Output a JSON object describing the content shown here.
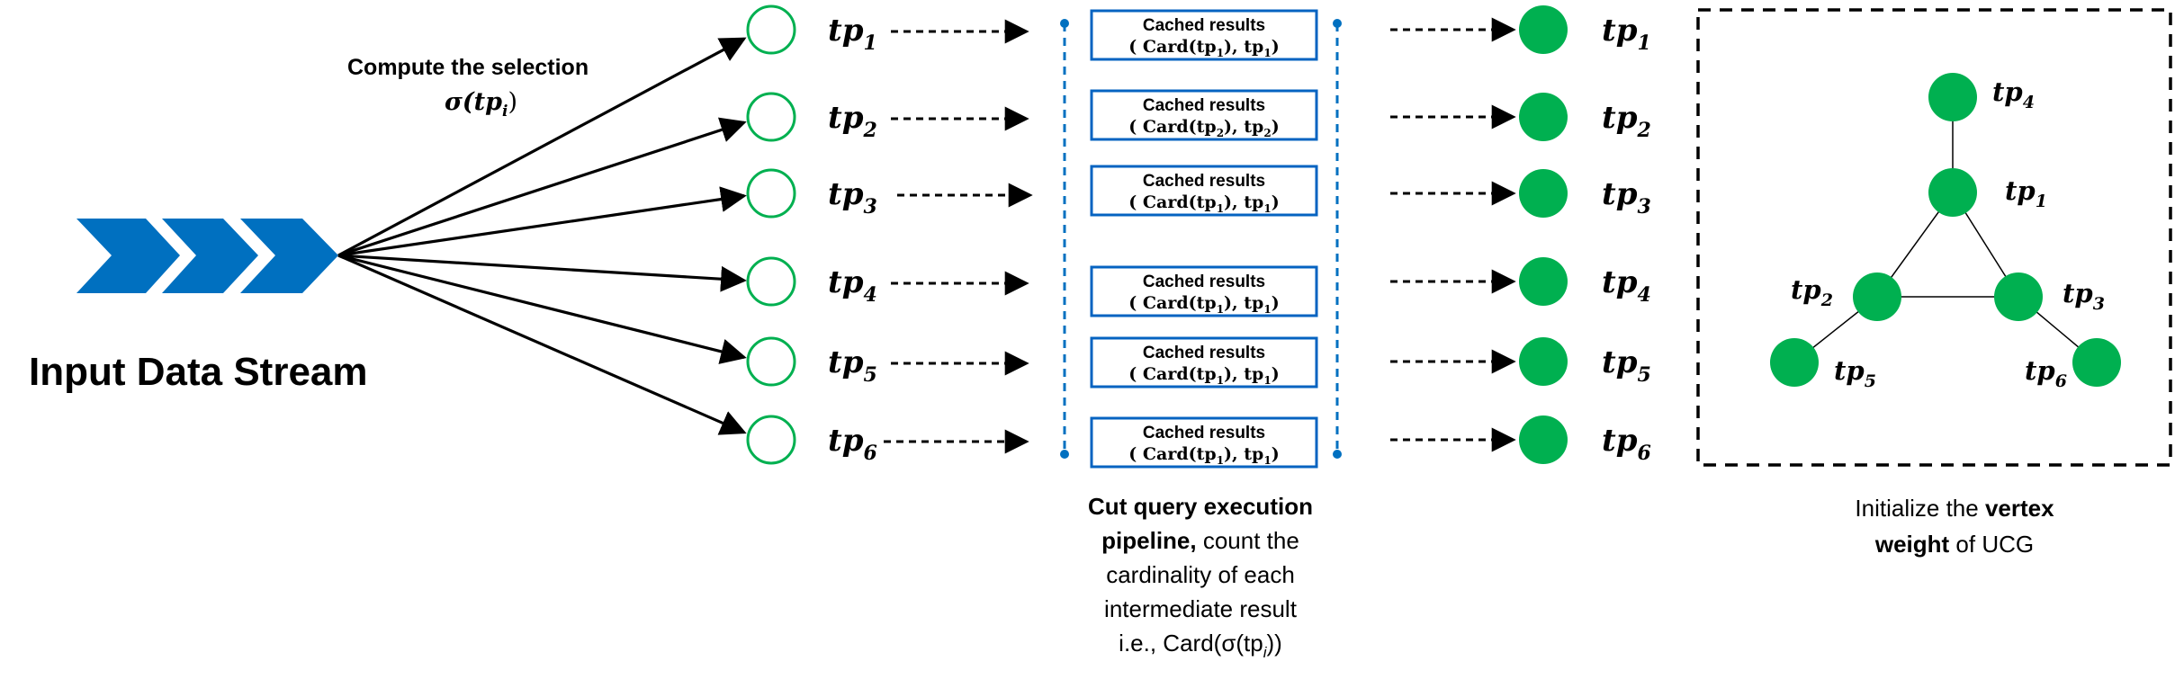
{
  "input": {
    "title": "Input Data Stream",
    "compute_label": "Compute the selection",
    "compute_formula": "σ(tp",
    "compute_sub": "i",
    "compute_close": ")"
  },
  "tp_labels": [
    {
      "base": "tp",
      "sub": "1"
    },
    {
      "base": "tp",
      "sub": "2"
    },
    {
      "base": "tp",
      "sub": "3"
    },
    {
      "base": "tp",
      "sub": "4"
    },
    {
      "base": "tp",
      "sub": "5"
    },
    {
      "base": "tp",
      "sub": "6"
    }
  ],
  "cache_boxes": [
    {
      "title": "Cached results",
      "line": "( Card(tp",
      "sub1": "1",
      "mid": "),  tp",
      "sub2": "1",
      "end": ")"
    },
    {
      "title": "Cached results",
      "line": "( Card(tp",
      "sub1": "2",
      "mid": "),  tp",
      "sub2": "2",
      "end": ")"
    },
    {
      "title": "Cached results",
      "line": "( Card(tp",
      "sub1": "1",
      "mid": "),  tp",
      "sub2": "1",
      "end": ")"
    },
    {
      "title": "Cached results",
      "line": "( Card(tp",
      "sub1": "1",
      "mid": "),  tp",
      "sub2": "1",
      "end": ")"
    },
    {
      "title": "Cached results",
      "line": "( Card(tp",
      "sub1": "1",
      "mid": "),  tp",
      "sub2": "1",
      "end": ")"
    },
    {
      "title": "Cached results",
      "line": "( Card(tp",
      "sub1": "1",
      "mid": "),  tp",
      "sub2": "1",
      "end": ")"
    }
  ],
  "pipeline_caption": {
    "line1": "Cut query execution",
    "line2_bold": "pipeline,",
    "line2_rest": " count the",
    "line3": "cardinality of each",
    "line4": "intermediate result",
    "line5_pre": "i.e., Card(σ(tp",
    "line5_sub": "i",
    "line5_post": "))"
  },
  "ucg_nodes": [
    {
      "base": "tp",
      "sub": "4"
    },
    {
      "base": "tp",
      "sub": "1"
    },
    {
      "base": "tp",
      "sub": "2"
    },
    {
      "base": "tp",
      "sub": "3"
    },
    {
      "base": "tp",
      "sub": "5"
    },
    {
      "base": "tp",
      "sub": "6"
    }
  ],
  "ucg_caption": {
    "pre": "Initialize the ",
    "bold1": "vertex",
    "bold2": "weight",
    "post": " of UCG"
  },
  "colors": {
    "blue": "#0563c1",
    "chevron": "#0070c0",
    "green": "#00b050",
    "black": "#000000"
  }
}
